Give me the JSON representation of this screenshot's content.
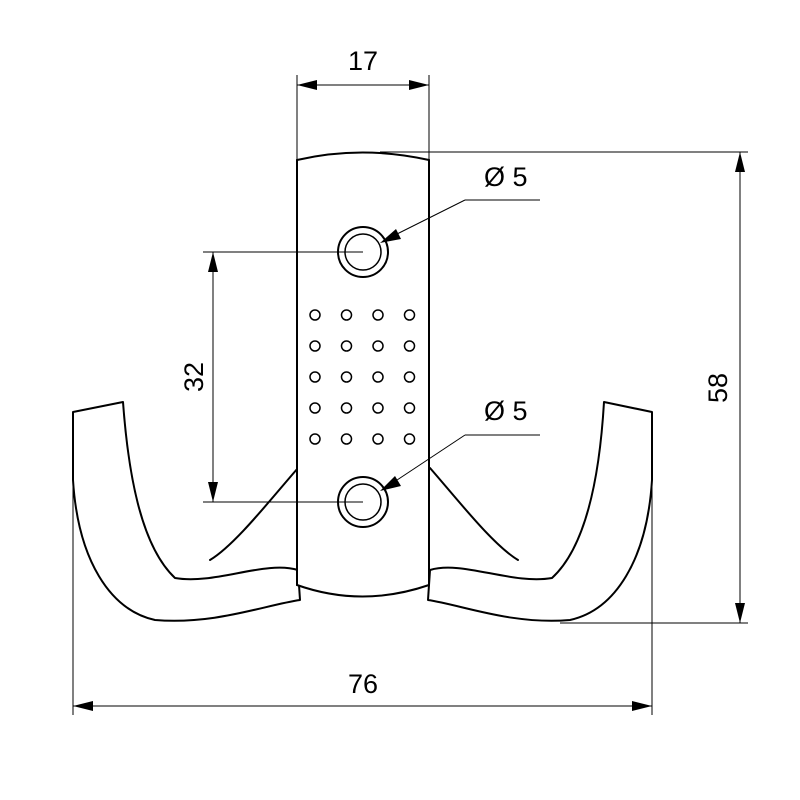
{
  "drawing": {
    "dimensions": {
      "plate_width": "17",
      "hole_diameter_top": "Ø 5",
      "hole_diameter_bottom": "Ø 5",
      "hole_spacing": "32",
      "overall_height": "58",
      "overall_width": "76"
    },
    "dot_grid": {
      "rows": 5,
      "columns": 4
    },
    "colors": {
      "line": "#000000",
      "background": "#ffffff"
    }
  }
}
